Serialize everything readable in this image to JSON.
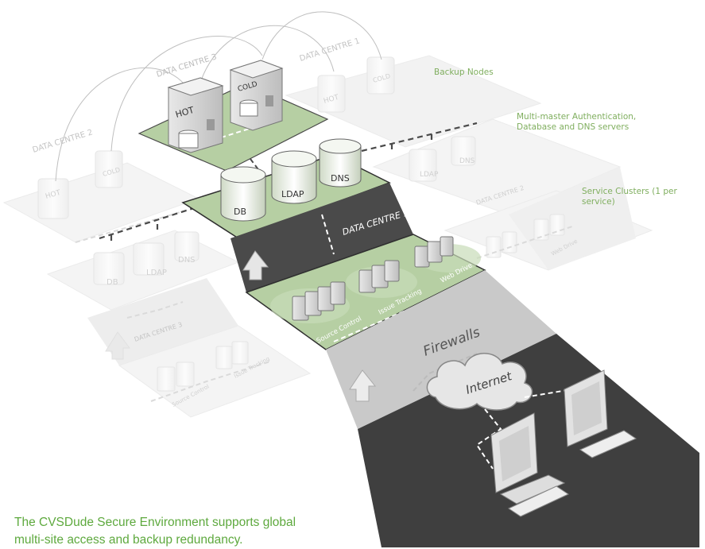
{
  "labels": {
    "backup_nodes": "Backup Nodes",
    "auth_servers": "Multi-master Authentication,\nDatabase and DNS servers",
    "service_clusters": "Service Clusters (1 per service)",
    "firewalls": "Firewalls",
    "internet": "Internet"
  },
  "data_centres": {
    "dc1": "DATA CENTRE 1",
    "dc2": "DATA CENTRE 2",
    "dc3": "DATA CENTRE 3"
  },
  "nodes": {
    "hot": "HOT",
    "cold": "COLD",
    "db": "DB",
    "ldap": "LDAP",
    "dns": "DNS"
  },
  "services": {
    "source_control": "Source Control",
    "issue_tracking": "Issue Tracking",
    "web_drive": "Web Drive"
  },
  "caption": {
    "line1": "The CVSDude Secure Environment supports global",
    "line2": "multi-site access and backup redundancy."
  },
  "colors": {
    "green_panel": "#b6cfa3",
    "dark_panel": "#4a4a4a",
    "faded_panel": "#ececec",
    "accent_text": "#7fae5e"
  }
}
